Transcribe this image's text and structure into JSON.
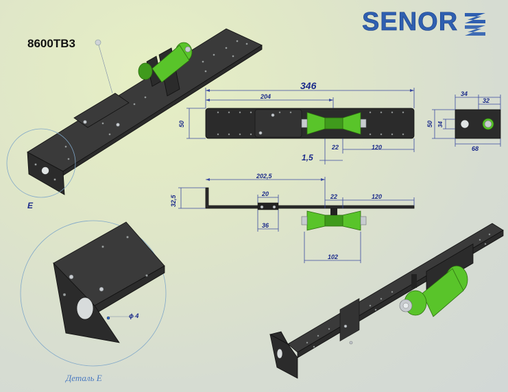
{
  "title": "8600TB3",
  "brand": {
    "name": "SENOR",
    "color": "#2f5fb0"
  },
  "detail_label": "E",
  "detail_caption": "Деталь Е",
  "dimensions": {
    "top_view": {
      "overall": "346",
      "left": "204",
      "height": "50",
      "gap": "1,5",
      "roller_gap": "22",
      "right": "120"
    },
    "end_view": {
      "width": "68",
      "left": "34",
      "right": "32",
      "height": "50",
      "hole": "34"
    },
    "side_view": {
      "length": "202,5",
      "height": "32,5",
      "slot_width": "20",
      "slot_length": "36",
      "roller_gap": "22",
      "right": "120",
      "roller_length": "102"
    },
    "detail": {
      "hole_dia": "ϕ 4"
    }
  },
  "colors": {
    "dimension": "#1a2a8a",
    "roller": "#59c42a",
    "plate": "#2b2b2b"
  }
}
